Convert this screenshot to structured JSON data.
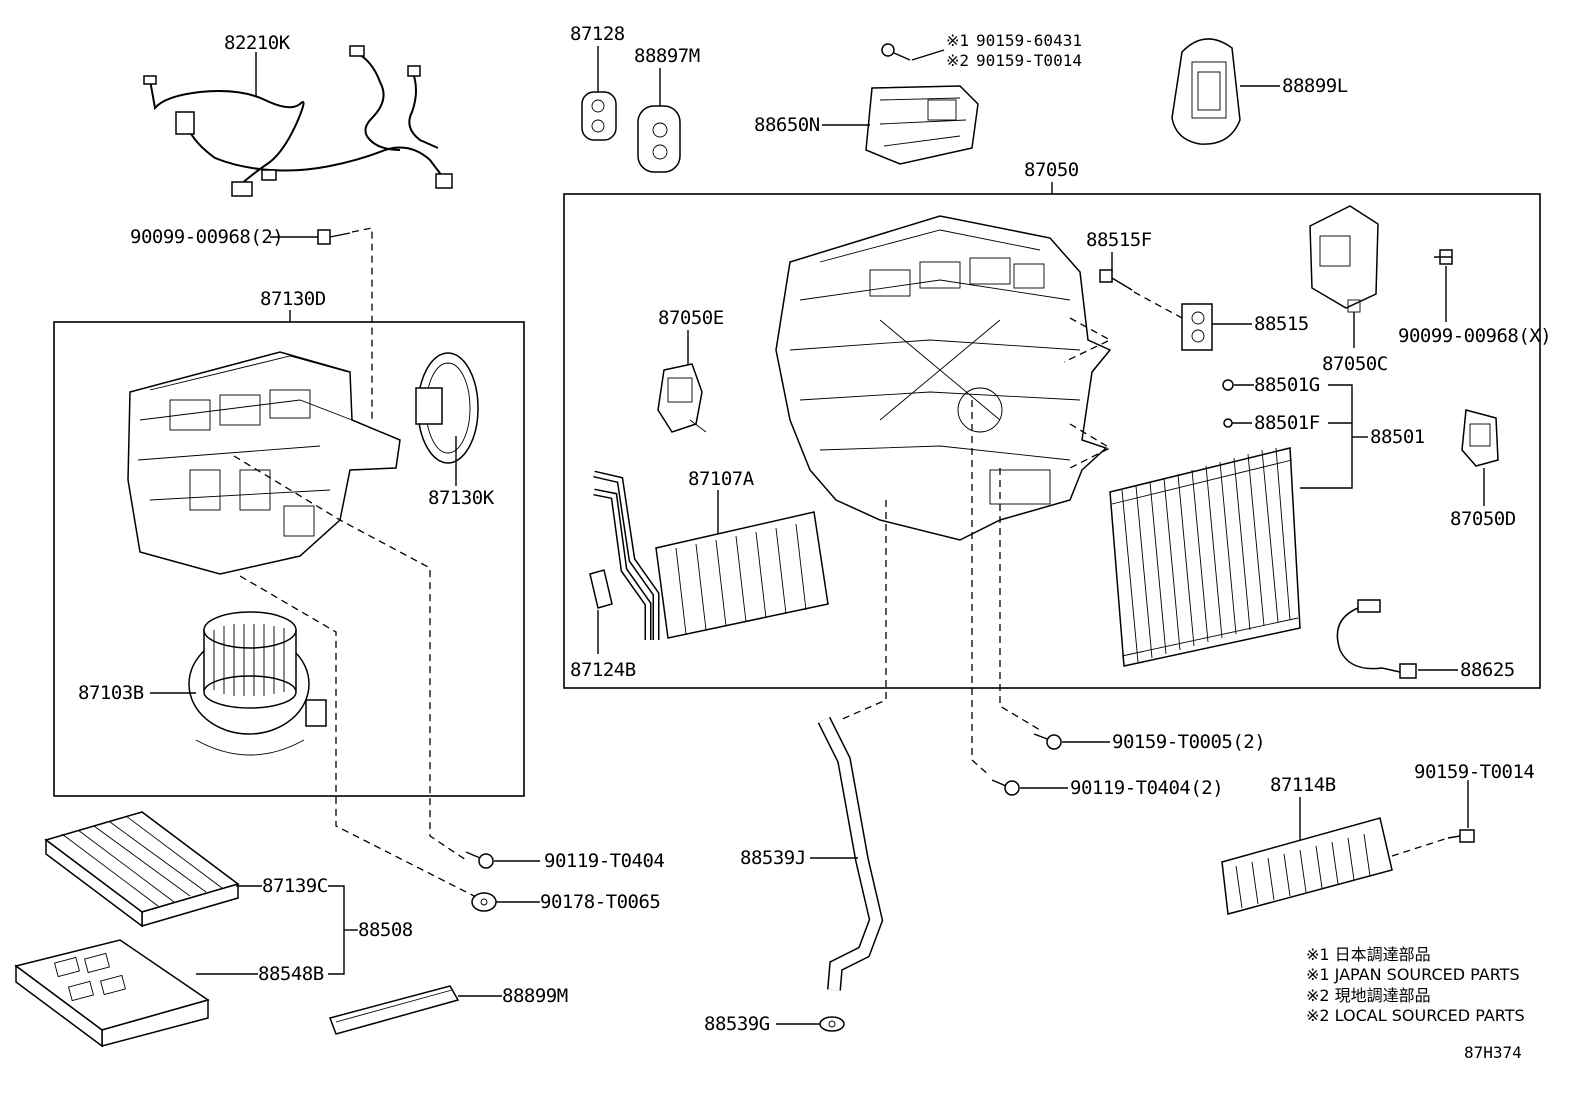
{
  "labels": {
    "p82210K": "82210K",
    "p90099_00968_2": "90099-00968(2)",
    "p87130D": "87130D",
    "p87130K": "87130K",
    "p87103B": "87103B",
    "p87128": "87128",
    "p88897M": "88897M",
    "p88650N": "88650N",
    "p88899L": "88899L",
    "p87050": "87050",
    "p87050E": "87050E",
    "p87107A": "87107A",
    "p87124B": "87124B",
    "p88515F": "88515F",
    "p88515": "88515",
    "p87050C": "87050C",
    "p90099_00968_X": "90099-00968(X)",
    "p88501G": "88501G",
    "p88501F": "88501F",
    "p88501": "88501",
    "p87050D": "87050D",
    "p88625": "88625",
    "p90159_T0005_2": "90159-T0005(2)",
    "p90119_T0404_2": "90119-T0404(2)",
    "p87114B": "87114B",
    "p90159_T0014_b": "90159-T0014",
    "p88539J": "88539J",
    "p88539G": "88539G",
    "p90119_T0404": "90119-T0404",
    "p90178_T0065": "90178-T0065",
    "p87139C": "87139C",
    "p88508": "88508",
    "p88548B": "88548B",
    "p88899M": "88899M"
  },
  "bolt_note": {
    "line1_marker": "※1",
    "line1_part": "90159-60431",
    "line2_marker": "※2",
    "line2_part": "90159-T0014"
  },
  "legend": {
    "l1": "※1 日本調達部品",
    "l2": "※1 JAPAN SOURCED PARTS",
    "l3": "※2 現地調達部品",
    "l4": "※2 LOCAL SOURCED PARTS"
  },
  "diagram_code": "87H374"
}
